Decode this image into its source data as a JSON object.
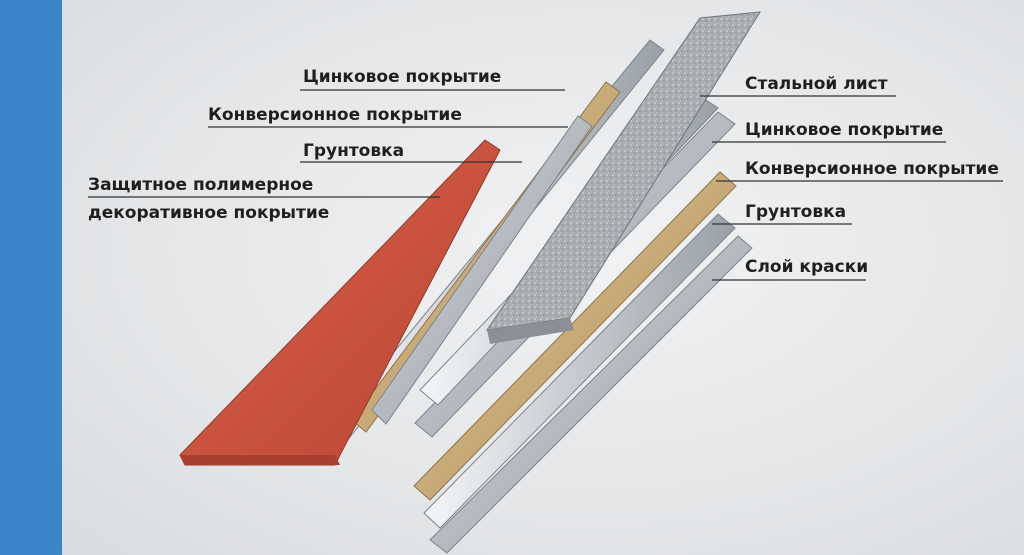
{
  "left_labels": {
    "zinc": "Цинковое покрытие",
    "conversion": "Конверсионное покрытие",
    "primer": "Грунтовка",
    "protective_line1": "Защитное полимерное",
    "protective_line2": "декоративное покрытие"
  },
  "right_labels": {
    "steel": "Стальной лист",
    "zinc": "Цинковое покрытие",
    "conversion": "Конверсионное покрытие",
    "primer": "Грунтовка",
    "paint": "Слой краски"
  },
  "colors": {
    "sidebar": "#3b86c9",
    "polymer": "#c9533f",
    "primer": "#c7aa78",
    "zinc": "#b7bcc2",
    "steel": "#a9adb2",
    "paint": "#b4b9bf"
  }
}
